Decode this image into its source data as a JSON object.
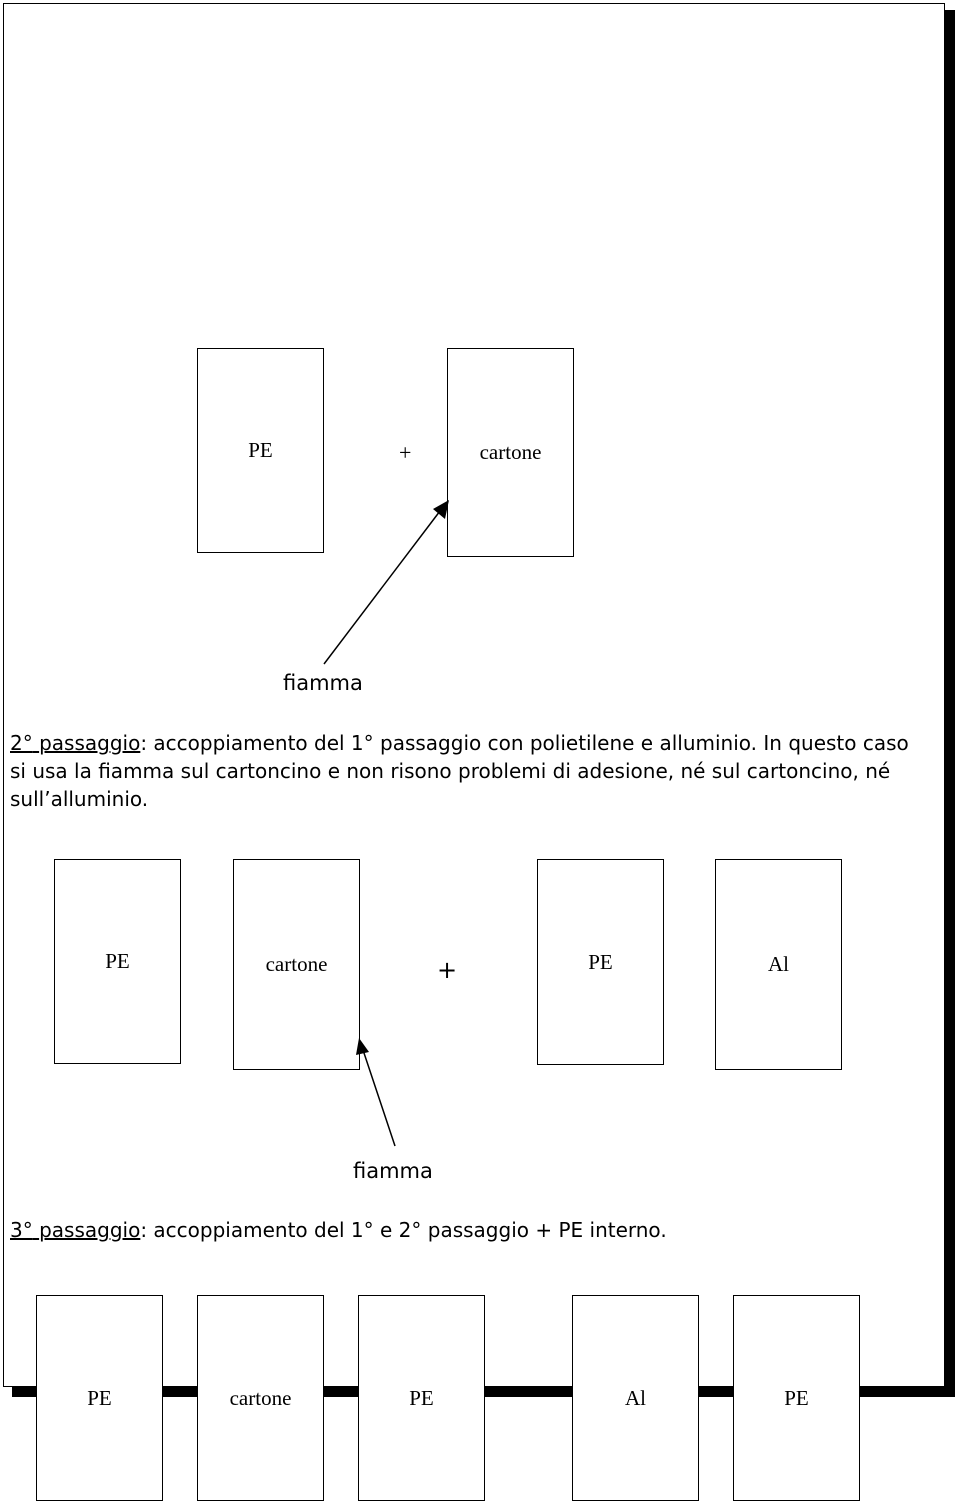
{
  "diagram1": {
    "layers": [
      "PE",
      "cartone"
    ],
    "operator": "+",
    "pointer_label": "fiamma"
  },
  "step2": {
    "number": "2°",
    "title": "passaggio",
    "text": ": accoppiamento del 1° passaggio con polietilene e alluminio. In questo caso si usa la fiamma sul cartoncino e non risono problemi di adesione, né sul cartoncino, né sull’alluminio."
  },
  "diagram2": {
    "layers": [
      "PE",
      "cartone",
      "PE",
      "Al"
    ],
    "operator": "+",
    "pointer_label": "fiamma"
  },
  "step3": {
    "number": "3°",
    "title": "passaggio",
    "text": ": accoppiamento del 1° e 2° passaggio + PE interno."
  },
  "diagram3": {
    "layers": [
      "PE",
      "cartone",
      "PE",
      "Al",
      "PE"
    ]
  }
}
